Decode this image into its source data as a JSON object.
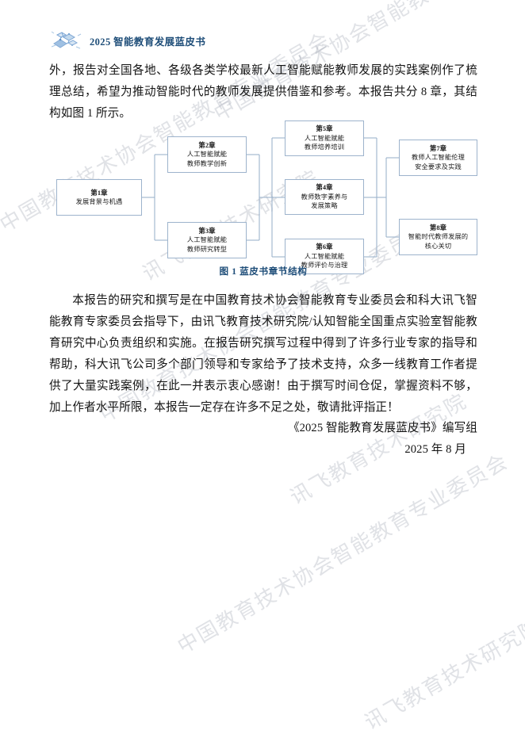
{
  "header": {
    "title": "2025 智能教育发展蓝皮书",
    "logo_icon": "chip-network-logo-icon",
    "accent_color": "#1f4e79"
  },
  "body": {
    "paragraph_1": "外，报告对全国各地、各级各类学校最新人工智能赋能教师发展的实践案例作了梳理总结，希望为推动智能时代的教师发展提供借鉴和参考。本报告共分 8 章，其结构如图 1 所示。",
    "paragraph_2": "本报告的研究和撰写是在中国教育技术协会智能教育专业委员会和科大讯飞智能教育专家委员会指导下，由讯飞教育技术研究院/认知智能全国重点实验室智能教育研究中心负责组织和实施。在报告研究撰写过程中得到了许多行业专家的指导和帮助，科大讯飞公司多个部门领导和专家给予了技术支持，众多一线教育工作者提供了大量实践案例，在此一并表示衷心感谢！由于撰写时间仓促，掌握资料不够，加上作者水平所限，本报告一定存在许多不足之处，敬请批评指正！"
  },
  "figure": {
    "caption": "图 1 蓝皮书章节结构",
    "border_color": "#9db3cc",
    "link_color": "#9db3cc",
    "nodes": [
      {
        "id": "ch1",
        "chapter": "第1章",
        "name": "发展背景与机遇"
      },
      {
        "id": "ch2",
        "chapter": "第2章",
        "name": "人工智能赋能\n教师教学创新"
      },
      {
        "id": "ch3",
        "chapter": "第3章",
        "name": "人工智能赋能\n教师研究转型"
      },
      {
        "id": "ch5",
        "chapter": "第5章",
        "name": "人工智能赋能\n教师培养培训"
      },
      {
        "id": "ch4",
        "chapter": "第4章",
        "name": "教师数字素养与\n发展策略"
      },
      {
        "id": "ch6",
        "chapter": "第6章",
        "name": "人工智能赋能\n教师评价与治理"
      },
      {
        "id": "ch7",
        "chapter": "第7章",
        "name": "教师人工智能伦理\n安全要求及实践"
      },
      {
        "id": "ch8",
        "chapter": "第8章",
        "name": "智能时代教师发展的\n核心关切"
      }
    ]
  },
  "signature": {
    "line_1": "《2025 智能教育发展蓝皮书》编写组",
    "line_2": "2025 年 8 月"
  },
  "watermark": {
    "text_1": "中国教育技术协会智能教育专业委员会",
    "text_2": "讯飞教育技术研究院"
  }
}
